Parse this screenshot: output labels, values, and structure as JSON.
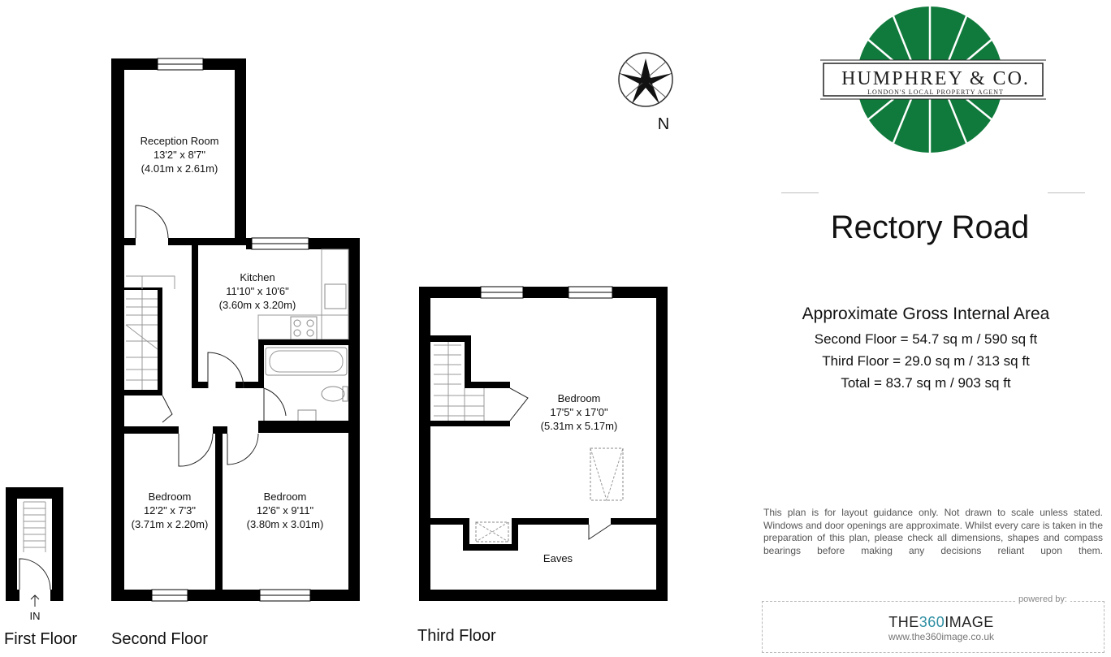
{
  "title": "Rectory Road",
  "area": {
    "heading": "Approximate Gross Internal Area",
    "second_floor": "Second Floor = 54.7 sq m / 590 sq ft",
    "third_floor": "Third Floor = 29.0 sq m / 313 sq ft",
    "total": "Total = 83.7 sq m / 903 sq ft"
  },
  "disclaimer": "This plan is for layout guidance only. Not drawn to scale unless stated. Windows and door openings are approximate. Whilst every care is taken in the preparation of this plan, please check all dimensions, shapes and compass bearings before making any decisions reliant upon them.",
  "compass": {
    "north_label": "N"
  },
  "logo": {
    "name": "HUMPHREY & CO.",
    "tagline": "LONDON'S LOCAL PROPERTY AGENT",
    "color": "#0f7a3b"
  },
  "powered_by": {
    "label": "powered by:",
    "brand_main": "THE",
    "brand_accent": "360",
    "brand_tail": "IMAGE",
    "url": "www.the360image.co.uk"
  },
  "floors": {
    "first": {
      "label": "First Floor",
      "entrance": "IN"
    },
    "second": {
      "label": "Second Floor"
    },
    "third": {
      "label": "Third Floor"
    }
  },
  "rooms": {
    "reception": {
      "name": "Reception Room",
      "imperial": "13'2\" x 8'7\"",
      "metric": "(4.01m x 2.61m)"
    },
    "kitchen": {
      "name": "Kitchen",
      "imperial": "11'10\" x 10'6\"",
      "metric": "(3.60m x 3.20m)"
    },
    "bedroom_left": {
      "name": "Bedroom",
      "imperial": "12'2\" x 7'3\"",
      "metric": "(3.71m x 2.20m)"
    },
    "bedroom_right": {
      "name": "Bedroom",
      "imperial": "12'6\" x 9'11\"",
      "metric": "(3.80m x 3.01m)"
    },
    "bedroom_top": {
      "name": "Bedroom",
      "imperial": "17'5\" x 17'0\"",
      "metric": "(5.31m x 5.17m)"
    },
    "eaves": {
      "name": "Eaves"
    }
  }
}
